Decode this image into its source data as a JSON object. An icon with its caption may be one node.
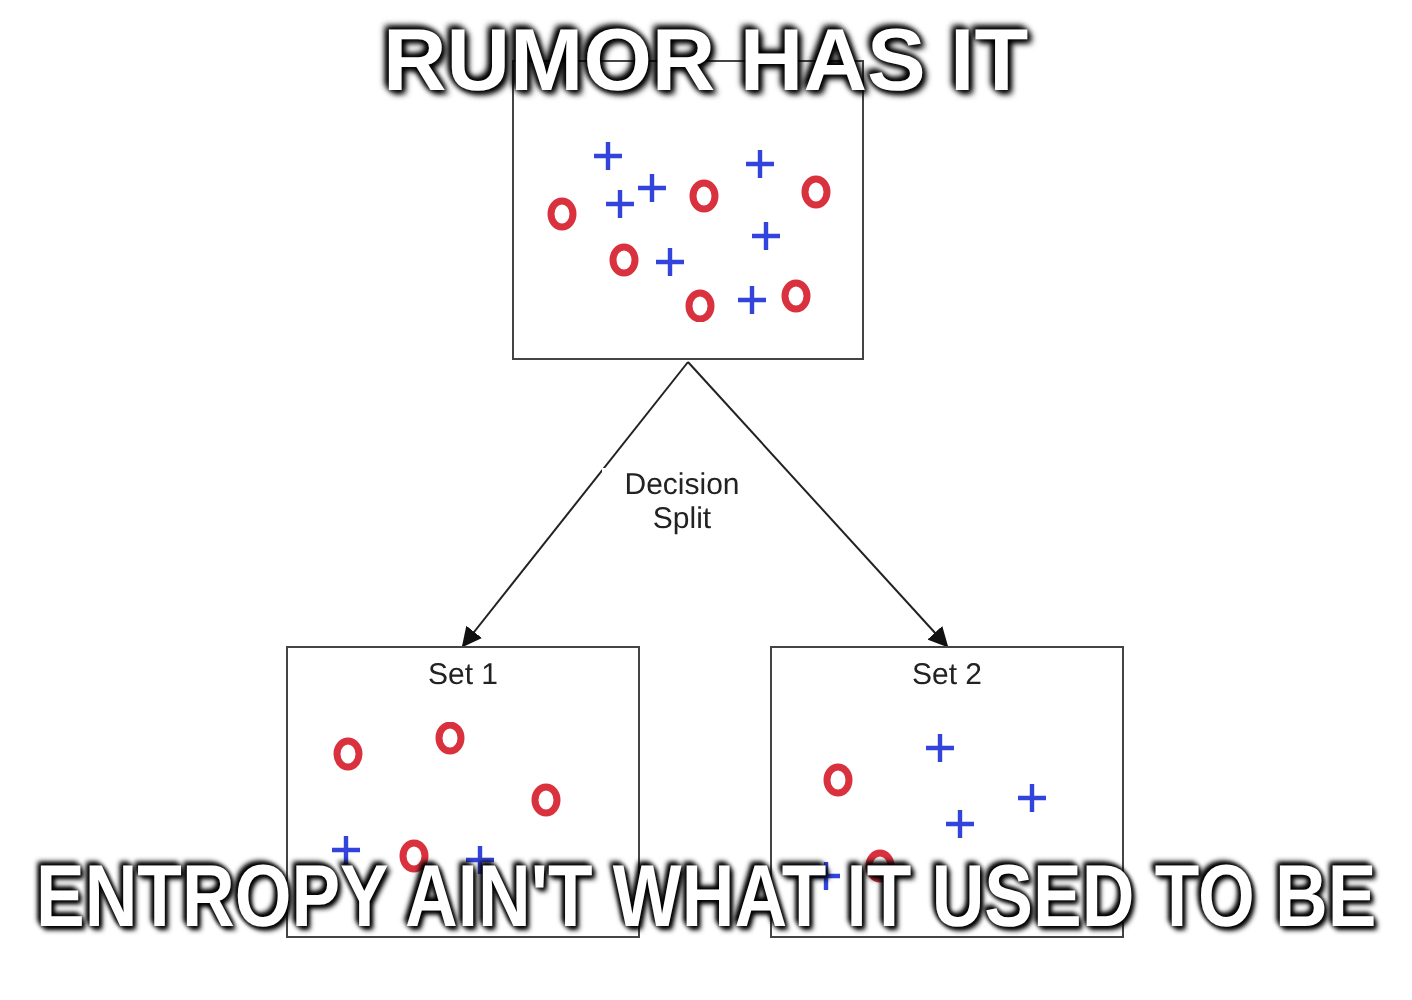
{
  "diagram": {
    "nodes": [
      {
        "text": [],
        "shape": "box"
      },
      {
        "text": [
          "Set 1"
        ]
      },
      {
        "text": [
          "Set 2"
        ]
      }
    ],
    "edges": [
      {
        "from": 0,
        "to": 1,
        "arrow": "to"
      },
      {
        "from": 0,
        "to": 2,
        "arrow": "to"
      }
    ],
    "labels": [
      "RUMOR HAS IT",
      "Decision Split",
      "ENTROPY AIN'T WHAT IT USED TO BE"
    ]
  }
}
